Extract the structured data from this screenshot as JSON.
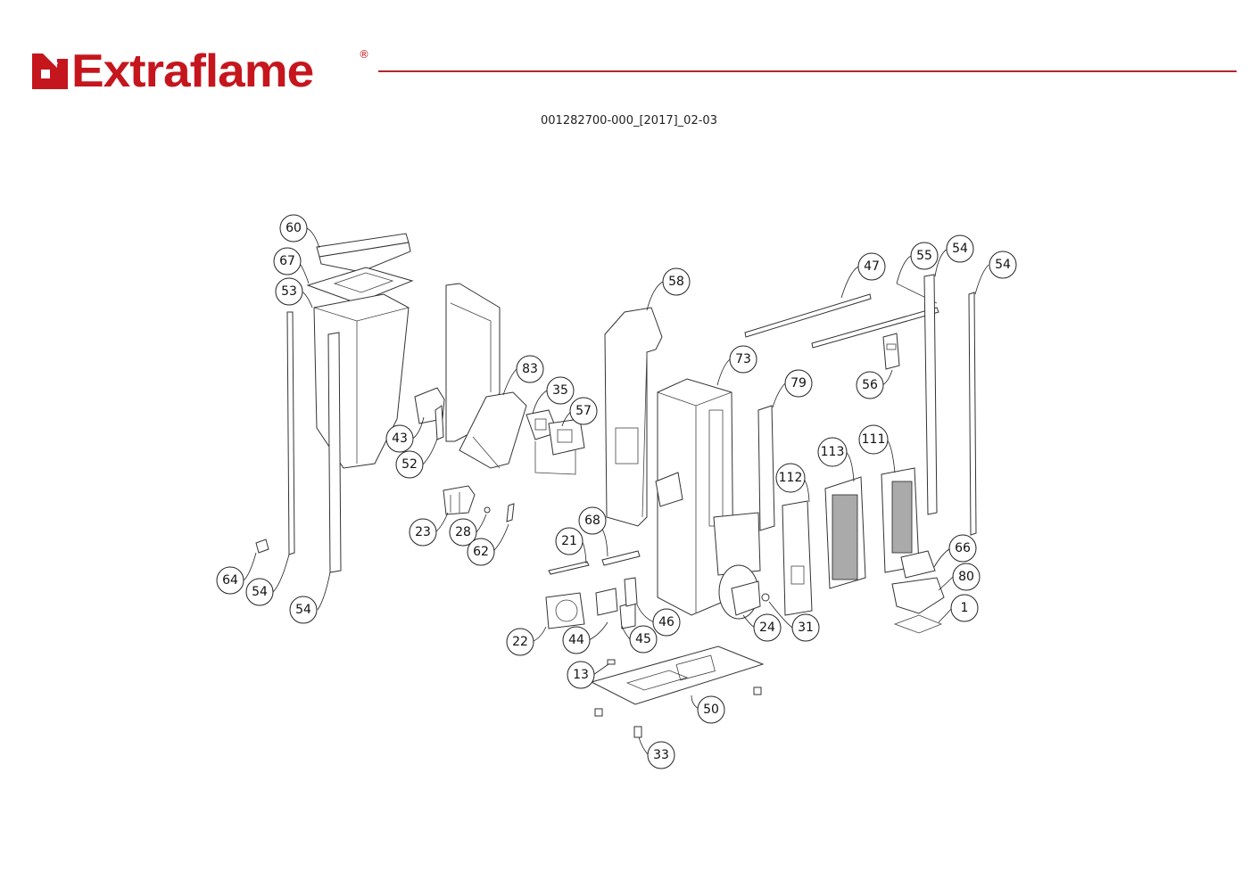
{
  "header": {
    "brand": "Extraflame",
    "registered_mark": "®",
    "document_code": "001282700-000_[2017]_02-03",
    "brand_color": "#c5161d",
    "rule_color": "#b2262d"
  },
  "diagram": {
    "type": "exploded parts view",
    "callouts": [
      {
        "id": "c60",
        "label": "60"
      },
      {
        "id": "c67",
        "label": "67"
      },
      {
        "id": "c53",
        "label": "53"
      },
      {
        "id": "c43",
        "label": "43"
      },
      {
        "id": "c52",
        "label": "52"
      },
      {
        "id": "c83",
        "label": "83"
      },
      {
        "id": "c35",
        "label": "35"
      },
      {
        "id": "c57",
        "label": "57"
      },
      {
        "id": "c58",
        "label": "58"
      },
      {
        "id": "c73",
        "label": "73"
      },
      {
        "id": "c79",
        "label": "79"
      },
      {
        "id": "c47",
        "label": "47"
      },
      {
        "id": "c55",
        "label": "55"
      },
      {
        "id": "c54a",
        "label": "54"
      },
      {
        "id": "c54b",
        "label": "54"
      },
      {
        "id": "c56",
        "label": "56"
      },
      {
        "id": "c111",
        "label": "111"
      },
      {
        "id": "c113",
        "label": "113"
      },
      {
        "id": "c112",
        "label": "112"
      },
      {
        "id": "c66",
        "label": "66"
      },
      {
        "id": "c80",
        "label": "80"
      },
      {
        "id": "c1",
        "label": "1"
      },
      {
        "id": "c23",
        "label": "23"
      },
      {
        "id": "c28",
        "label": "28"
      },
      {
        "id": "c62",
        "label": "62"
      },
      {
        "id": "c64",
        "label": "64"
      },
      {
        "id": "c54c",
        "label": "54"
      },
      {
        "id": "c54d",
        "label": "54"
      },
      {
        "id": "c68",
        "label": "68"
      },
      {
        "id": "c21",
        "label": "21"
      },
      {
        "id": "c22",
        "label": "22"
      },
      {
        "id": "c44",
        "label": "44"
      },
      {
        "id": "c45",
        "label": "45"
      },
      {
        "id": "c46",
        "label": "46"
      },
      {
        "id": "c24",
        "label": "24"
      },
      {
        "id": "c31",
        "label": "31"
      },
      {
        "id": "c13",
        "label": "13"
      },
      {
        "id": "c50",
        "label": "50"
      },
      {
        "id": "c33",
        "label": "33"
      }
    ]
  }
}
